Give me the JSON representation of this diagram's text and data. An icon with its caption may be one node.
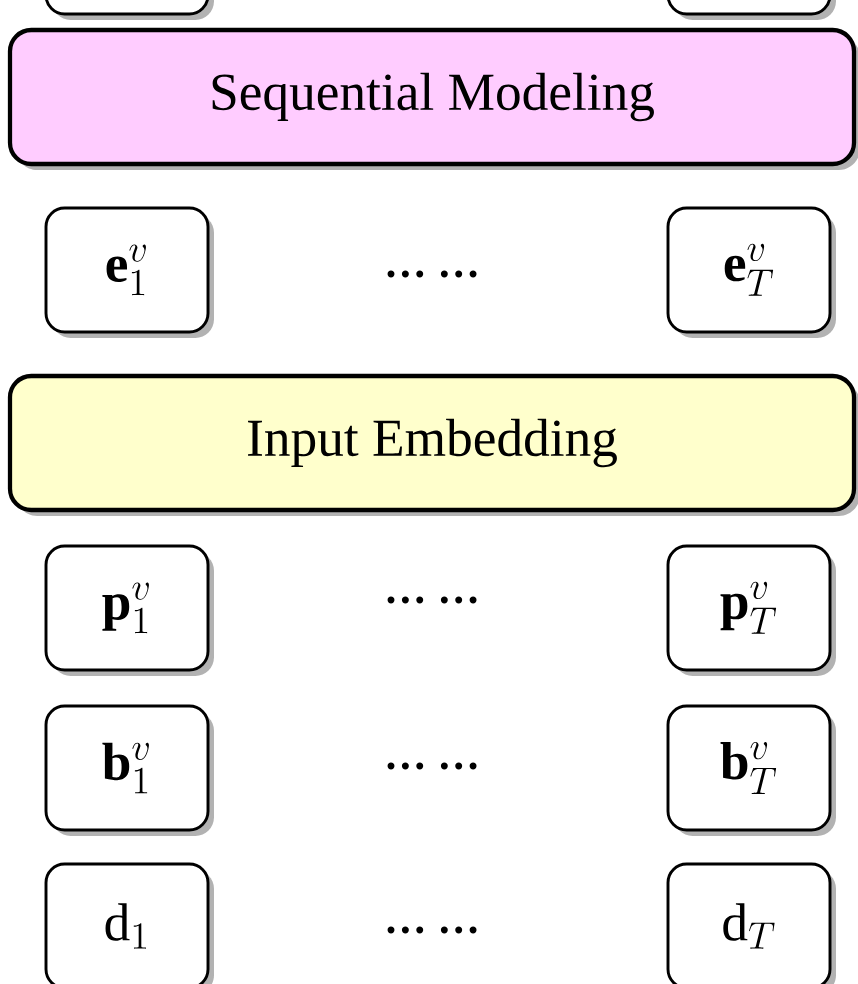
{
  "diagram": {
    "nodes": [
      {
        "text": [],
        "shape": "box"
      },
      {
        "text": [],
        "shape": "box"
      },
      {
        "text": [
          "Sequential Modeling"
        ]
      },
      {
        "text": [
          "\\mathbf{e}_1^{v}"
        ]
      },
      {
        "text": [
          "\\mathbf{e}_T^{v}"
        ]
      },
      {
        "text": [
          "Input Embedding"
        ]
      },
      {
        "text": [
          "\\mathbf{p}_1^{v}"
        ]
      },
      {
        "text": [
          "\\mathbf{p}_T^{v}"
        ]
      },
      {
        "text": [
          "\\mathbf{b}_1^{v}"
        ]
      },
      {
        "text": [
          "\\mathbf{b}_T^{v}"
        ]
      },
      {
        "text": [
          "\\mathrm{d}_1"
        ]
      },
      {
        "text": [
          "\\mathrm{d}_T"
        ]
      }
    ],
    "labels": [
      "… …",
      "… …",
      "… …",
      "… …"
    ]
  }
}
